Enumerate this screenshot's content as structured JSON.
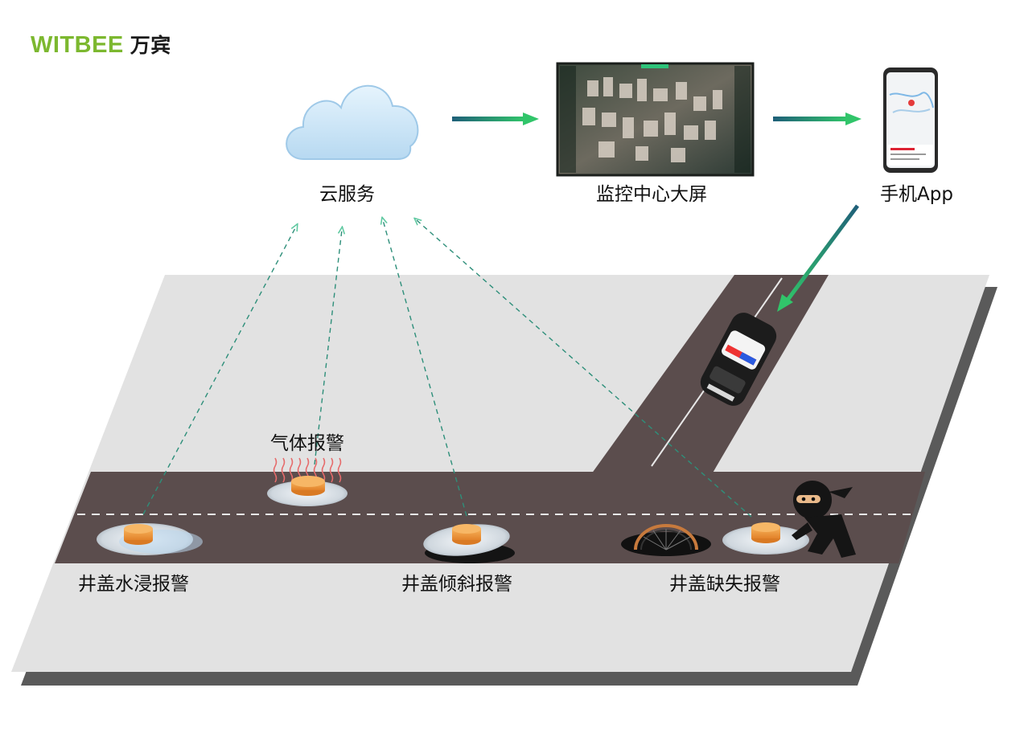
{
  "brand": {
    "name_en": "WITBEE",
    "name_cn": "万宾",
    "color": "#7cb82f"
  },
  "nodes": {
    "cloud": "云服务",
    "screen": "监控中心大屏",
    "phone": "手机App"
  },
  "alarms": {
    "gas": "气体报警",
    "water": "井盖水浸报警",
    "tilt": "井盖倾斜报警",
    "missing": "井盖缺失报警"
  },
  "colors": {
    "road_surface": "#5b4d4d",
    "ground": "#e3e3e3",
    "flow_arrow": "#2ec47a",
    "dashed_link": "#2e8f7a",
    "sensor_cap": "#f29a3a"
  }
}
